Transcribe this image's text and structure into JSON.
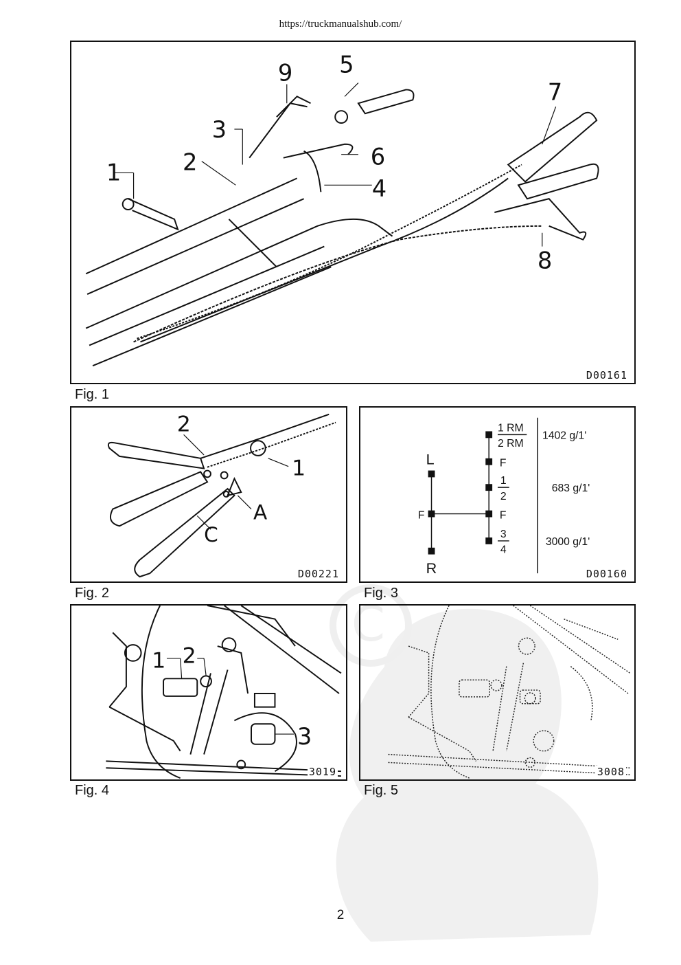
{
  "header": {
    "url": "https://truckmanualshub.com/"
  },
  "figures": [
    {
      "id": "fig1",
      "code": "D00161",
      "caption": "Fig. 1",
      "callouts": [
        "1",
        "2",
        "3",
        "4",
        "5",
        "6",
        "7",
        "8",
        "9"
      ]
    },
    {
      "id": "fig2",
      "code": "D00221",
      "caption": "Fig. 2",
      "callouts": [
        "2",
        "1",
        "A",
        "C"
      ]
    },
    {
      "id": "fig3",
      "code": "D00160",
      "caption": "Fig. 3",
      "diagram": {
        "left_labels": [
          "L",
          "F",
          "R"
        ],
        "right_labels": [
          "F",
          "F"
        ],
        "fractions": [
          {
            "num": "1 RM",
            "den": "2 RM"
          },
          {
            "num": "1",
            "den": "2"
          },
          {
            "num": "3",
            "den": "4"
          }
        ],
        "speeds": [
          "1402 g/1'",
          "683 g/1'",
          "3000 g/1'"
        ]
      }
    },
    {
      "id": "fig4",
      "code": "3019",
      "caption": "Fig. 4",
      "callouts": [
        "1",
        "2",
        "3"
      ]
    },
    {
      "id": "fig5",
      "code": "3008",
      "caption": "Fig. 5"
    }
  ],
  "footer": {
    "page_number": "2"
  }
}
